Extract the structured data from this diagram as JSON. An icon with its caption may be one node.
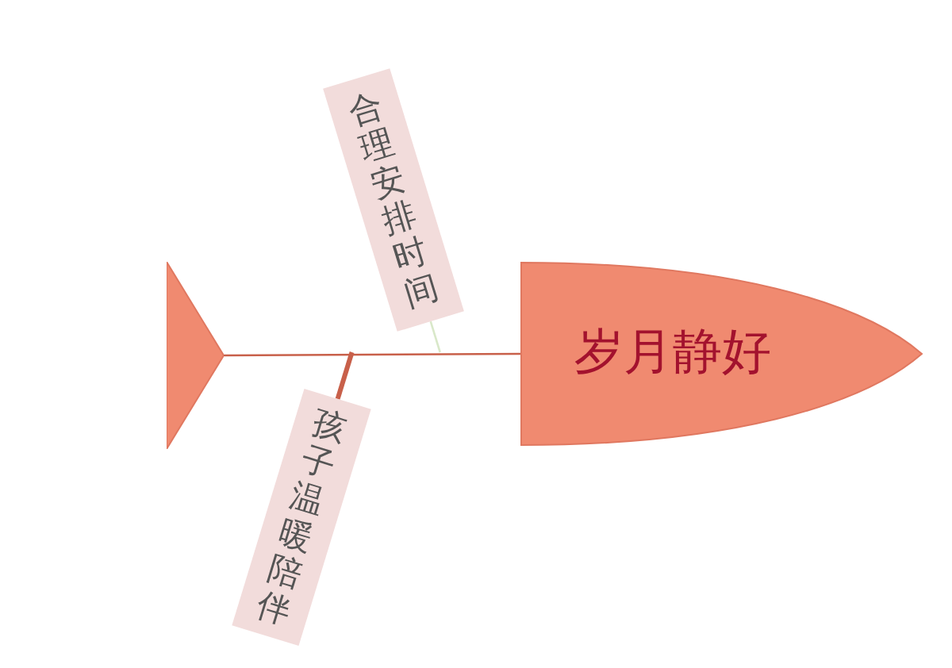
{
  "diagram": {
    "nodes": [
      {
        "text": [
          "合理安排时间"
        ]
      },
      {
        "text": [],
        "shape": "triangle"
      },
      {
        "text": [
          "岁月静好"
        ]
      },
      {
        "text": [
          "孩子温暖陪伴"
        ]
      }
    ],
    "edges": [
      {
        "from": 1,
        "to": 2,
        "arrow": "none"
      },
      {
        "from": 0,
        "to": null,
        "arrow": "none",
        "color": "#d9e8c9"
      },
      {
        "from": 3,
        "to": null,
        "arrow": "none",
        "style": "thick"
      }
    ]
  }
}
